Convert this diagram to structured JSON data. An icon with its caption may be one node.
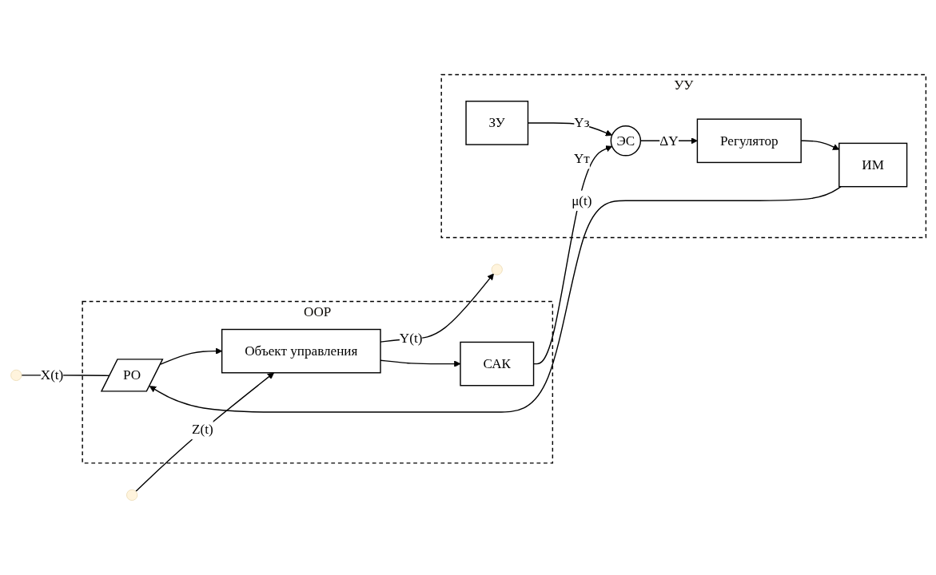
{
  "diagram": {
    "nodes": [
      {
        "text": [
          "ООР"
        ]
      },
      {
        "text": [
          "РО"
        ],
        "in": 0
      },
      {
        "text": [
          "Объект управления"
        ],
        "in": 0
      },
      {
        "text": [
          "САК"
        ],
        "in": 0
      },
      {
        "text": [
          "УУ"
        ]
      },
      {
        "text": [
          "ИМ"
        ],
        "in": 4
      },
      {
        "text": [
          "Регулятор"
        ],
        "in": 4
      },
      {
        "text": [
          "ЭС"
        ],
        "in": 4
      },
      {
        "text": [
          "ЗУ"
        ],
        "in": 4
      }
    ],
    "edges": [
      {
        "from": null,
        "to": 1,
        "arrow": "none",
        "label": "X(t)"
      },
      {
        "from": 1,
        "to": 2,
        "arrow": "to"
      },
      {
        "from": null,
        "to": 2,
        "arrow": "to",
        "label": "Z(t)"
      },
      {
        "from": 2,
        "to": null,
        "arrow": "to",
        "label": "Y(t)"
      },
      {
        "from": 2,
        "to": 3,
        "arrow": "to"
      },
      {
        "from": 3,
        "to": 7,
        "arrow": "to",
        "label": "Yт"
      },
      {
        "from": 8,
        "to": 7,
        "arrow": "to",
        "label": "Yз"
      },
      {
        "from": 7,
        "to": 6,
        "arrow": "to",
        "label": "ΔY"
      },
      {
        "from": 6,
        "to": 5,
        "arrow": "to"
      },
      {
        "from": 5,
        "to": 1,
        "arrow": "to",
        "label": "μ(t)"
      }
    ]
  }
}
